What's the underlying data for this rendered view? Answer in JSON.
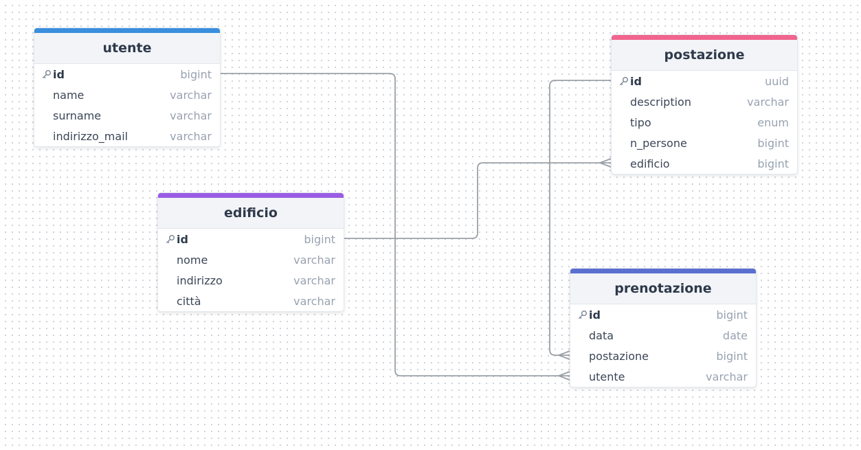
{
  "colors": {
    "utente": "#3a8fde",
    "edificio": "#9a5ce3",
    "postazione": "#f0648e",
    "prenotazione": "#5b6fd1",
    "link": "#9aa0a6"
  },
  "tables": [
    {
      "key": "utente",
      "name": "utente",
      "fields": [
        {
          "name": "id",
          "type": "bigint",
          "pk": true
        },
        {
          "name": "name",
          "type": "varchar",
          "pk": false
        },
        {
          "name": "surname",
          "type": "varchar",
          "pk": false
        },
        {
          "name": "indirizzo_mail",
          "type": "varchar",
          "pk": false
        }
      ]
    },
    {
      "key": "edificio",
      "name": "edificio",
      "fields": [
        {
          "name": "id",
          "type": "bigint",
          "pk": true
        },
        {
          "name": "nome",
          "type": "varchar",
          "pk": false
        },
        {
          "name": "indirizzo",
          "type": "varchar",
          "pk": false
        },
        {
          "name": "città",
          "type": "varchar",
          "pk": false
        }
      ]
    },
    {
      "key": "postazione",
      "name": "postazione",
      "fields": [
        {
          "name": "id",
          "type": "uuid",
          "pk": true
        },
        {
          "name": "description",
          "type": "varchar",
          "pk": false
        },
        {
          "name": "tipo",
          "type": "enum",
          "pk": false
        },
        {
          "name": "n_persone",
          "type": "bigint",
          "pk": false
        },
        {
          "name": "edificio",
          "type": "bigint",
          "pk": false
        }
      ]
    },
    {
      "key": "prenotazione",
      "name": "prenotazione",
      "fields": [
        {
          "name": "id",
          "type": "bigint",
          "pk": true
        },
        {
          "name": "data",
          "type": "date",
          "pk": false
        },
        {
          "name": "postazione",
          "type": "bigint",
          "pk": false
        },
        {
          "name": "utente",
          "type": "varchar",
          "pk": false
        }
      ]
    }
  ],
  "relations": [
    {
      "from": "utente.id",
      "to": "prenotazione.utente",
      "cardinality": "one-to-many"
    },
    {
      "from": "edificio.id",
      "to": "postazione.edificio",
      "cardinality": "one-to-many"
    },
    {
      "from": "postazione.id",
      "to": "prenotazione.postazione",
      "cardinality": "one-to-many"
    }
  ]
}
